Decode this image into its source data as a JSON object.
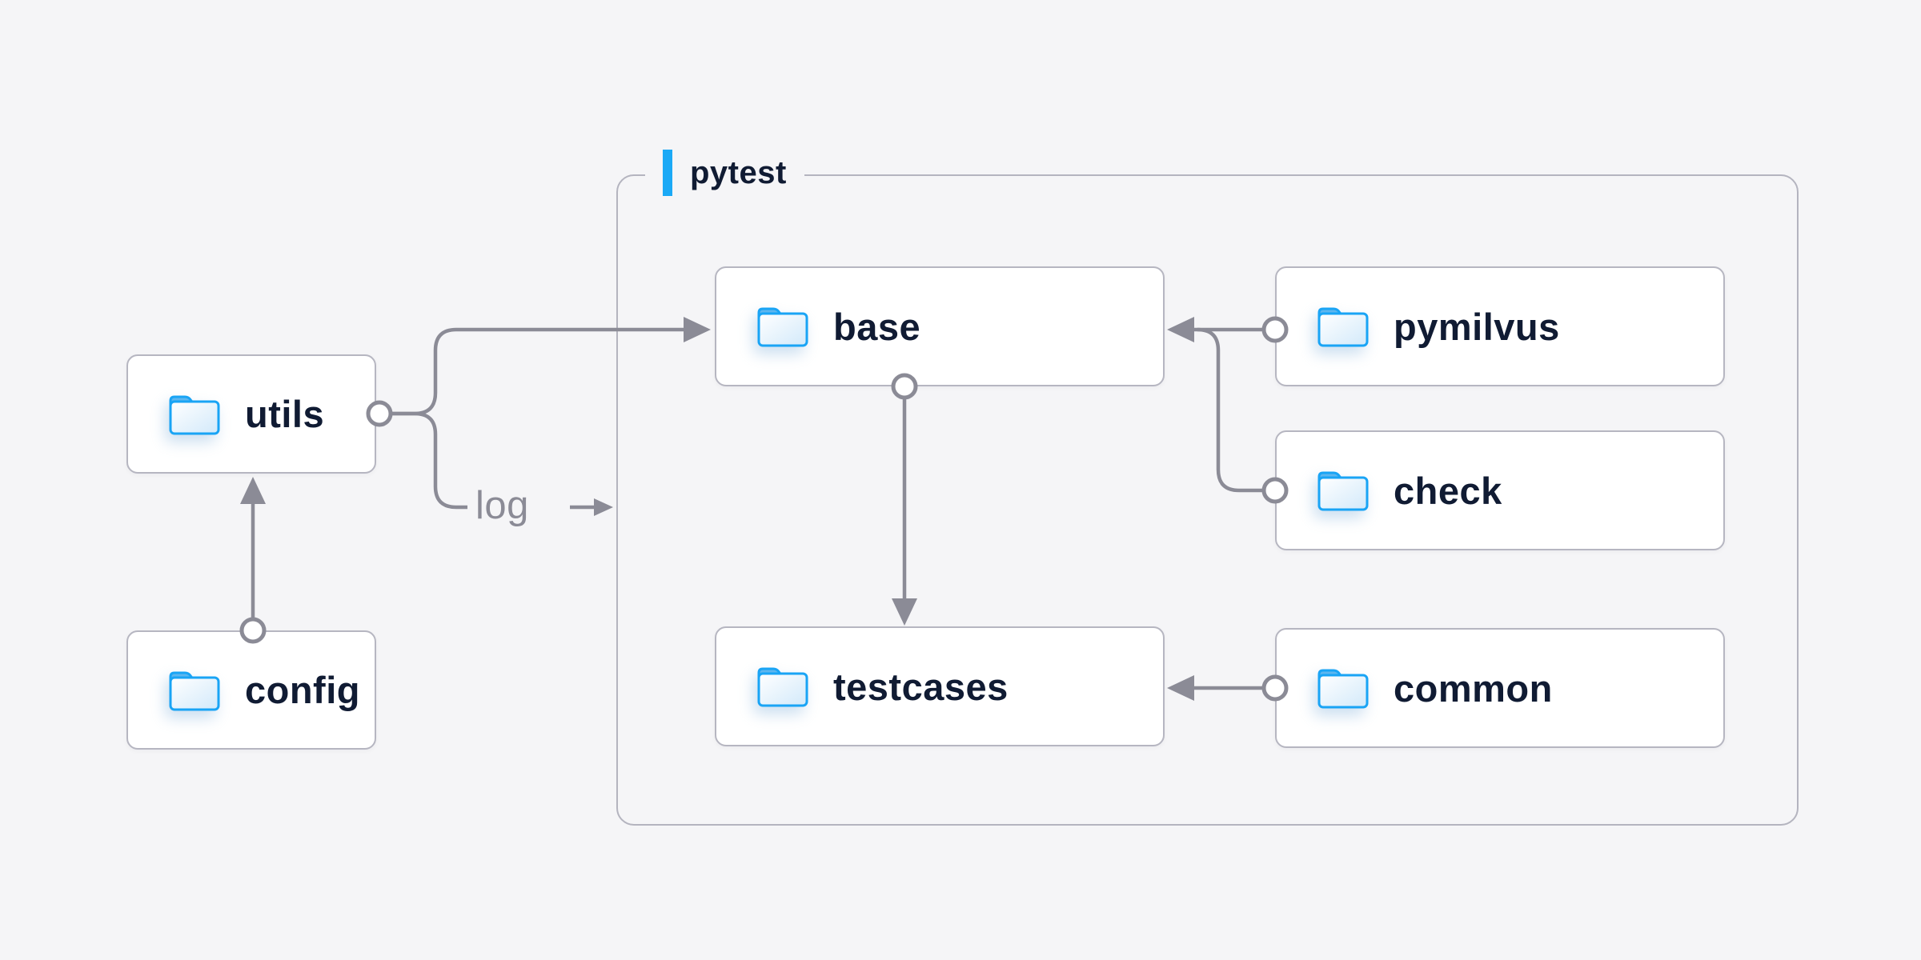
{
  "diagram": {
    "type": "folder-dependency-diagram",
    "background": "#F5F5F7",
    "accent_color": "#1BA9F6",
    "line_color": "#8B8B96",
    "border_color": "#B4B4BF",
    "box_border_color": "#B6B6C1",
    "text_color": "#101B33",
    "folder_icon_color": "#19A4F5"
  },
  "container": {
    "label": "pytest"
  },
  "nodes": [
    {
      "id": "utils",
      "label": "utils",
      "icon": "folder-icon",
      "inside_container": false
    },
    {
      "id": "config",
      "label": "config",
      "icon": "folder-icon",
      "inside_container": false
    },
    {
      "id": "base",
      "label": "base",
      "icon": "folder-icon",
      "inside_container": true
    },
    {
      "id": "pymilvus",
      "label": "pymilvus",
      "icon": "folder-icon",
      "inside_container": true
    },
    {
      "id": "check",
      "label": "check",
      "icon": "folder-icon",
      "inside_container": true
    },
    {
      "id": "testcases",
      "label": "testcases",
      "icon": "folder-icon",
      "inside_container": true
    },
    {
      "id": "common",
      "label": "common",
      "icon": "folder-icon",
      "inside_container": true
    }
  ],
  "edges": [
    {
      "from": "utils",
      "to": "base",
      "label": ""
    },
    {
      "from": "utils",
      "to": "pytest",
      "label": "log"
    },
    {
      "from": "config",
      "to": "utils",
      "label": ""
    },
    {
      "from": "pymilvus",
      "to": "base",
      "label": ""
    },
    {
      "from": "check",
      "to": "base",
      "label": ""
    },
    {
      "from": "base",
      "to": "testcases",
      "label": ""
    },
    {
      "from": "common",
      "to": "testcases",
      "label": ""
    }
  ]
}
